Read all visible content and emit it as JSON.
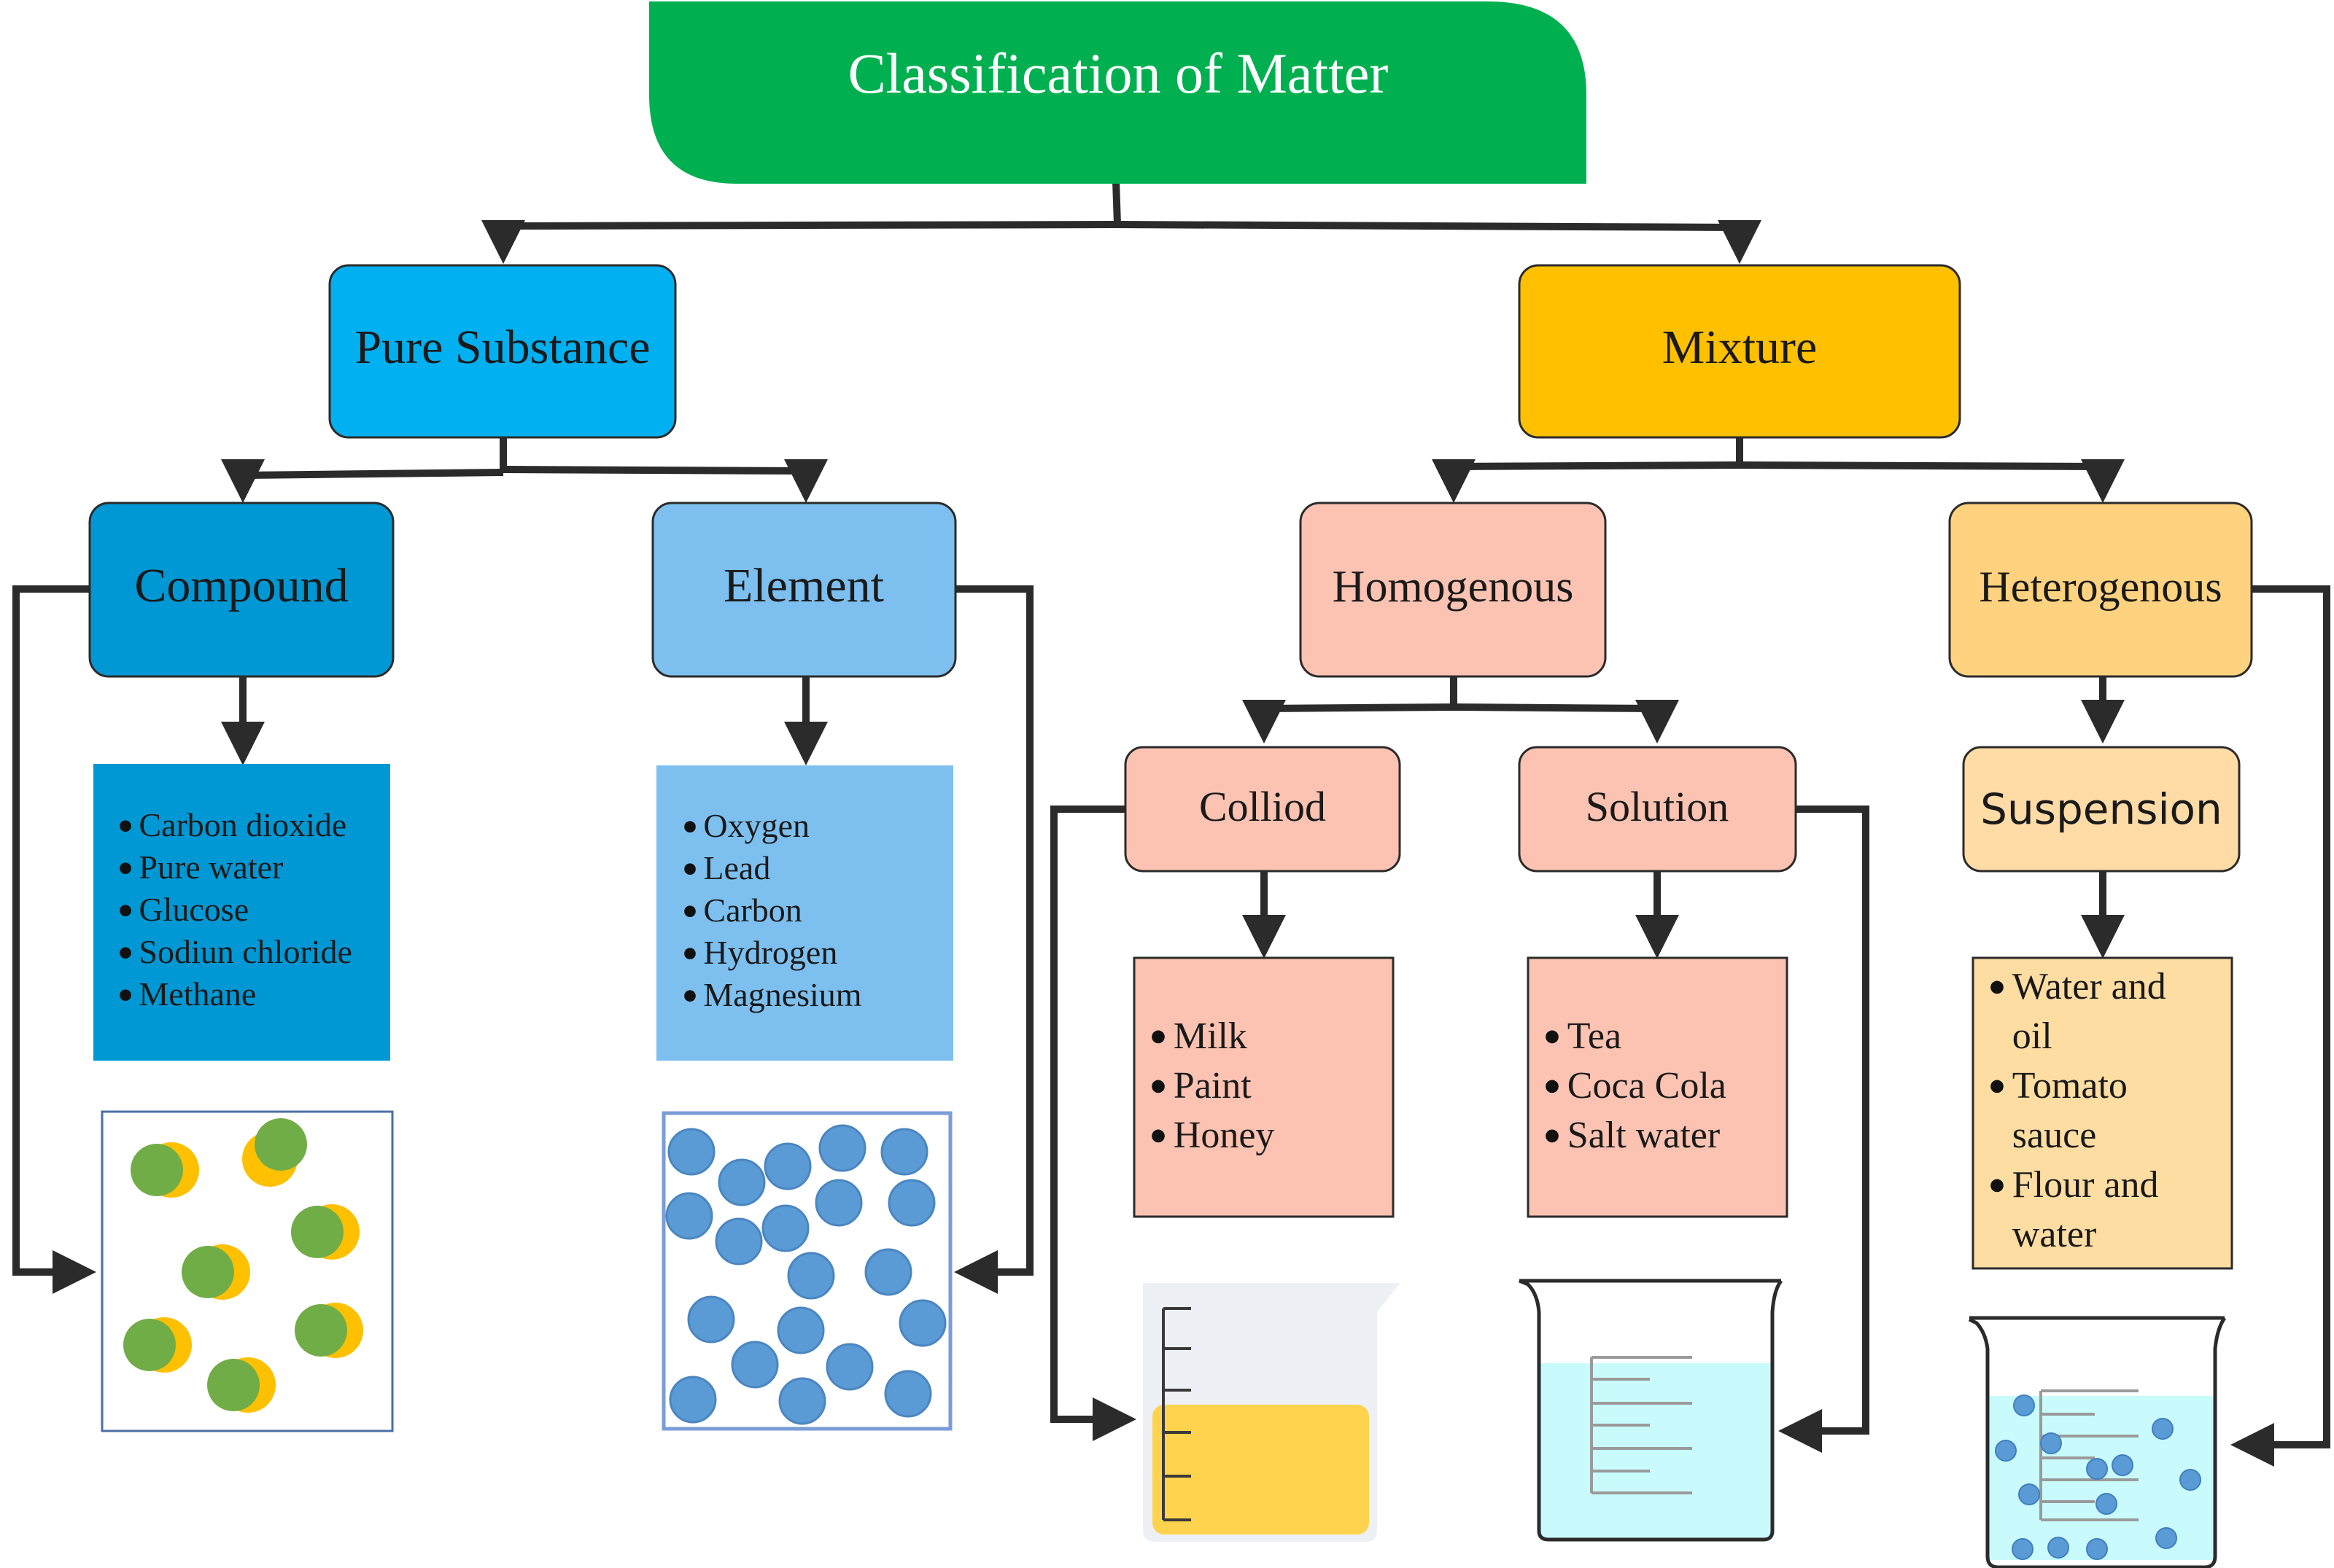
{
  "title": "Classification of Matter",
  "colors": {
    "title_green": "#00B050",
    "pure_substance": "#00B0F0",
    "mixture": "#FFC000",
    "compound": "#0098D4",
    "element": "#7DC0F0",
    "homogenous": "#FCC3B2",
    "heterogenous": "#FED27F",
    "suspension": "#FFDBA6",
    "suspension_list": "#FEDDA3",
    "green_particle": "#70AD47",
    "yellow_particle": "#FFC000",
    "blue_particle": "#5B9BD5",
    "liquid_yellow": "#FFD34D",
    "liquid_cyan": "#C9FBFD",
    "arrow": "#2B2B2B"
  },
  "nodes": {
    "pure_substance": "Pure Substance",
    "mixture": "Mixture",
    "compound": "Compound",
    "element": "Element",
    "homogenous": "Homogenous",
    "heterogenous": "Heterogenous",
    "colliod": "Colliod",
    "solution": "Solution",
    "suspension": "Suspension"
  },
  "lists": {
    "compound": [
      "Carbon dioxide",
      "Pure water",
      "Glucose",
      "Sodiun chloride",
      "Methane"
    ],
    "element": [
      "Oxygen",
      "Lead",
      "Carbon",
      "Hydrogen",
      "Magnesium"
    ],
    "colliod": [
      "Milk",
      "Paint",
      "Honey"
    ],
    "solution": [
      "Tea",
      "Coca Cola",
      "Salt water"
    ],
    "suspension": [
      [
        "Water and",
        "oil"
      ],
      [
        "Tomato",
        "sauce"
      ],
      [
        "Flour and",
        "water"
      ]
    ]
  },
  "illustrations": {
    "compound": "compound-molecules",
    "element": "element-atoms",
    "colliod": "colloid-beaker",
    "solution": "solution-beaker",
    "suspension": "suspension-beaker"
  }
}
